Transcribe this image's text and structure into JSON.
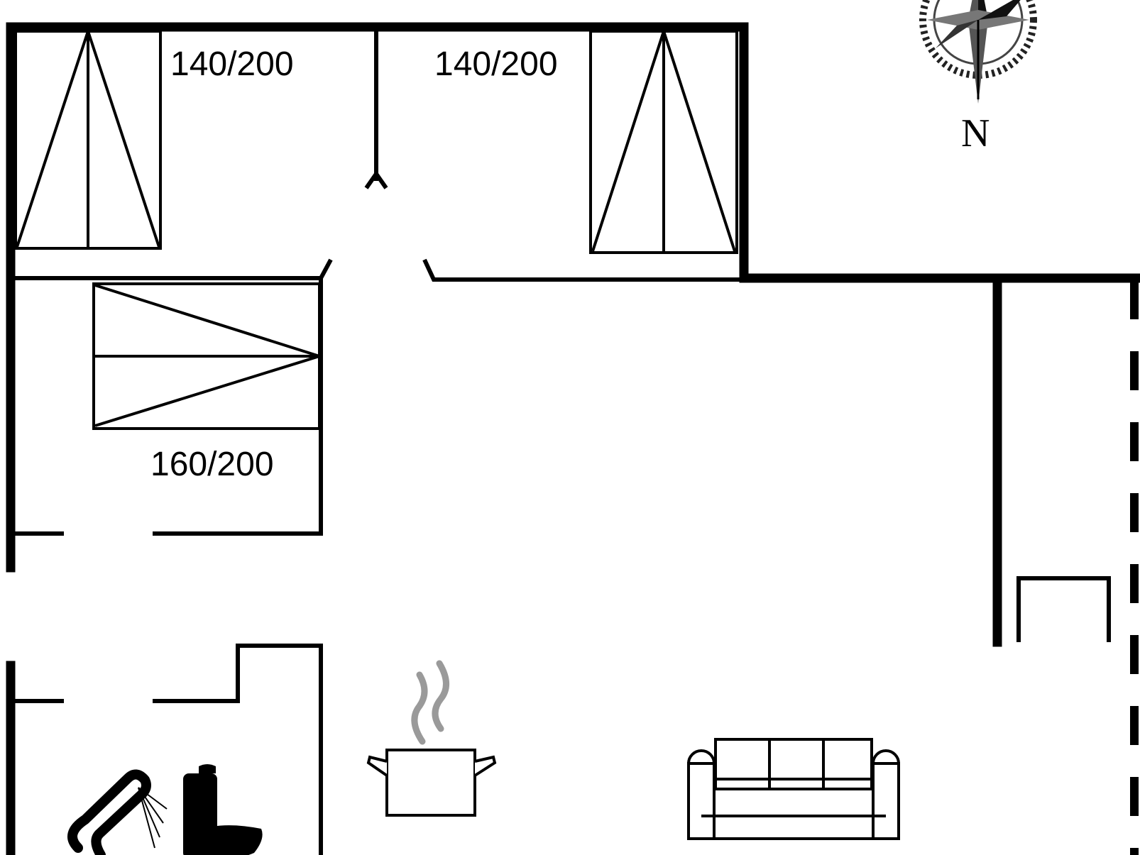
{
  "beds": [
    {
      "id": "bed-top-left",
      "label": "140/200"
    },
    {
      "id": "bed-top-right",
      "label": "140/200"
    },
    {
      "id": "bed-mid-left",
      "label": "160/200"
    }
  ],
  "compass": {
    "north_label": "N"
  },
  "icons": [
    "shower-icon",
    "toilet-icon",
    "kitchen-pot-icon",
    "sofa-icon",
    "compass-icon"
  ]
}
